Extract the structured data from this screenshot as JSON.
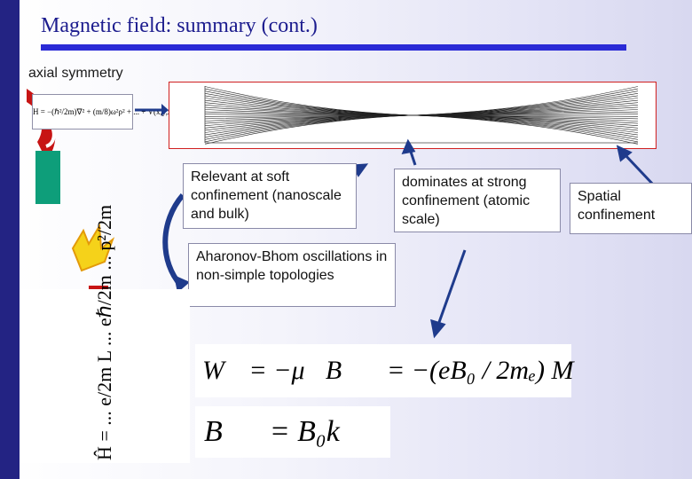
{
  "slide": {
    "title": "Magnetic field: summary (cont.)",
    "subtitle": "axial symmetry"
  },
  "boxes": {
    "soft": "Relevant at soft confinement (nanoscale and bulk)",
    "strong": "dominates at strong confinement (atomic scale)",
    "spatial": "Spatial confinement",
    "ab": "Aharonov-Bhom oscillations in non-simple topologies"
  },
  "equations": {
    "hamiltonian_small": "H = −(ℏ²/2m)∇² + (m/8)ω²ρ² + ... + V(x,y,z)",
    "w_lhs": "W",
    "w_mid": "= −μ⃗B⃗",
    "w_rhs": "= −(eB₀ / 2mₑ) M",
    "b_lhs": "B⃗",
    "b_rhs": "= B₀k⃗",
    "rotated": "Ĥ = ... e/2m L ... eℏ/2m ... p²/2m"
  },
  "colors": {
    "accent": "#2a2ad6",
    "title": "#1c1c8e",
    "sidebar": "#232383",
    "arrow": "#1f3b8c"
  }
}
